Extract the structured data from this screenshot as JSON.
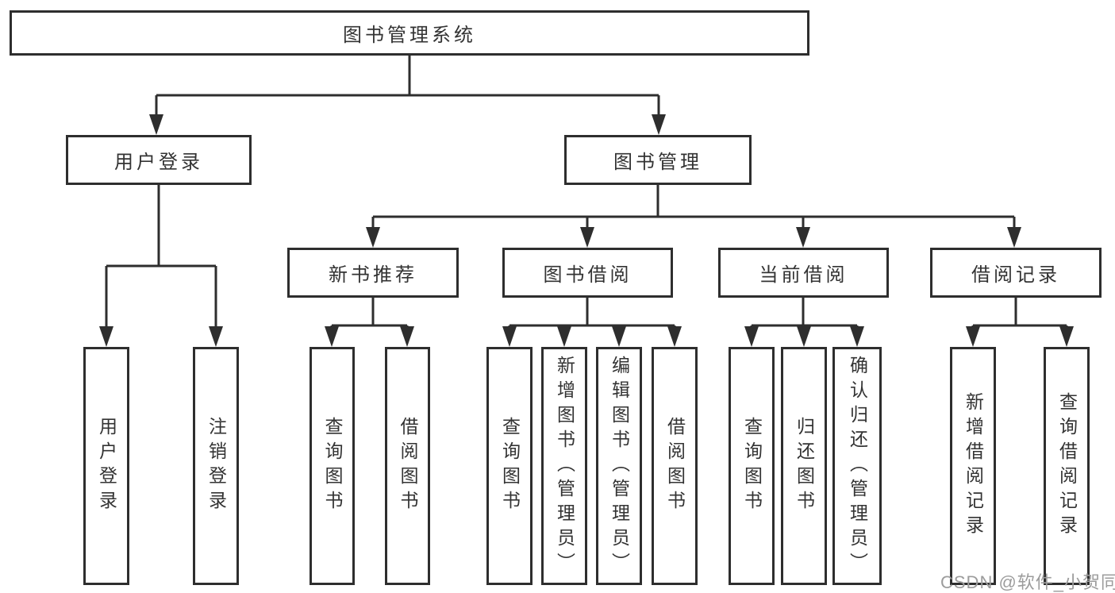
{
  "colors": {
    "line": "#2e2e2e",
    "text": "#333333",
    "watermark": "#9c9c9c",
    "background": "#ffffff"
  },
  "watermark": "CSDN @软件_小贺同学",
  "tree": {
    "root": {
      "label": "图书管理系统"
    },
    "branches": [
      {
        "label": "用户登录",
        "children": [
          {
            "label": "用户登录"
          },
          {
            "label": "注销登录"
          }
        ]
      },
      {
        "label": "图书管理",
        "groups": [
          {
            "label": "新书推荐",
            "children": [
              {
                "label": "查询图书"
              },
              {
                "label": "借阅图书"
              }
            ]
          },
          {
            "label": "图书借阅",
            "children": [
              {
                "label": "查询图书"
              },
              {
                "label": "新增图书（管理员）"
              },
              {
                "label": "编辑图书（管理员）"
              },
              {
                "label": "借阅图书"
              }
            ]
          },
          {
            "label": "当前借阅",
            "children": [
              {
                "label": "查询图书"
              },
              {
                "label": "归还图书"
              },
              {
                "label": "确认归还（管理员）"
              }
            ]
          },
          {
            "label": "借阅记录",
            "children": [
              {
                "label": "新增借阅记录"
              },
              {
                "label": "查询借阅记录"
              }
            ]
          }
        ]
      }
    ]
  }
}
